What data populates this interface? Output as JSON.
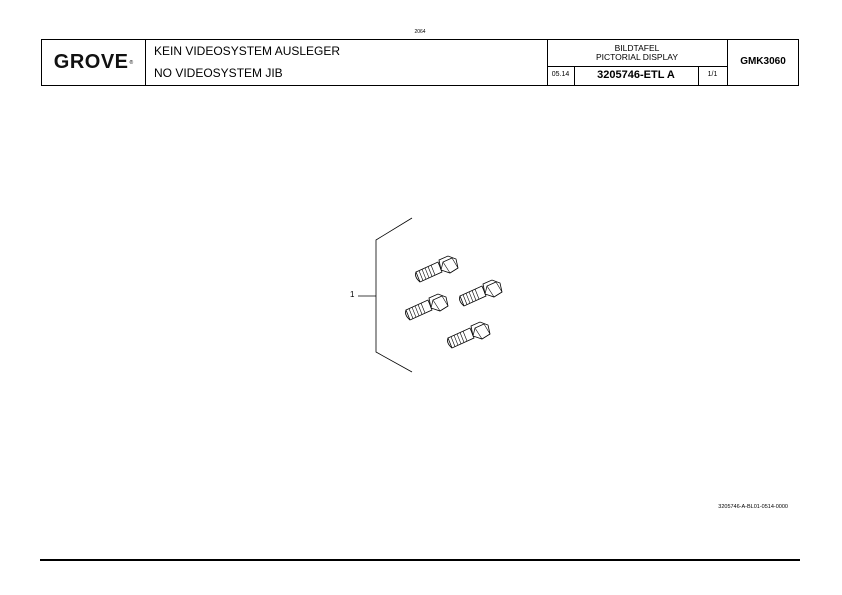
{
  "page": {
    "number": "2064"
  },
  "header": {
    "logo": "GROVE",
    "logo_mark": "®",
    "title_de": "KEIN VIDEOSYSTEM AUSLEGER",
    "title_en": "NO VIDEOSYSTEM JIB",
    "pictorial_de": "BILDTAFEL",
    "pictorial_en": "PICTORIAL DISPLAY",
    "date": "05.14",
    "part_number": "3205746-ETL A",
    "sheet": "1/1",
    "model": "GMK3060"
  },
  "drawing": {
    "callout": "1",
    "items": [
      "hex-bolt",
      "hex-bolt",
      "hex-bolt",
      "hex-bolt"
    ],
    "drawing_id": "3205746-A-BL01-0514-0000"
  }
}
